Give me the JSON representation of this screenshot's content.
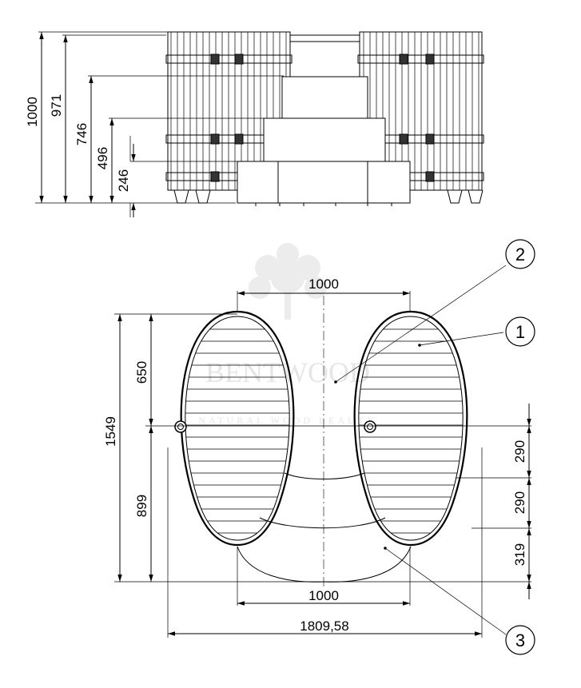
{
  "side_view": {
    "dimensions": [
      "1000",
      "971",
      "746",
      "496",
      "246"
    ]
  },
  "plan_view": {
    "top_width": "1000",
    "total_height": "1549",
    "upper_part": "650",
    "lower_part": "899",
    "right_dims": [
      "290",
      "290",
      "319"
    ],
    "bottom_width": "1000",
    "overall_width": "1809,58"
  },
  "callouts": [
    "1",
    "2",
    "3"
  ],
  "watermark": {
    "brand": "BENTWOOD",
    "tagline": "NATURAL WOOD BEAUTY"
  }
}
